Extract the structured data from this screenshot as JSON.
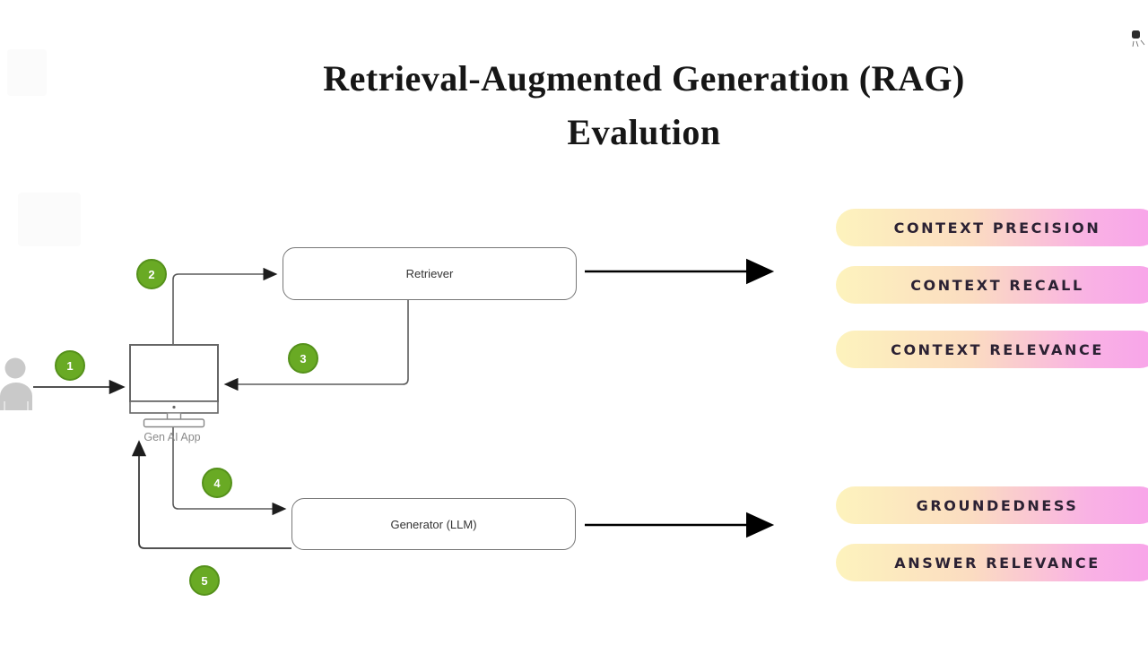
{
  "title": {
    "line1": "Retrieval-Augmented Generation (RAG)",
    "line2": "Evalution"
  },
  "nodes": {
    "app_label": "Gen AI App",
    "retriever_label": "Retriever",
    "generator_label": "Generator (LLM)"
  },
  "flow": {
    "steps": [
      "1",
      "2",
      "3",
      "4",
      "5"
    ]
  },
  "metrics": {
    "retriever": [
      {
        "label": "CONTEXT PRECISION"
      },
      {
        "label": "CONTEXT RECALL"
      },
      {
        "label": "CONTEXT RELEVANCE"
      }
    ],
    "generator": [
      {
        "label": "GROUNDEDNESS"
      },
      {
        "label": "ANSWER RELEVANCE"
      }
    ]
  },
  "icons": {
    "user": "user-silhouette-icon",
    "app": "desktop-monitor-icon",
    "retriever_store": "database-cylinder-icon"
  },
  "colors": {
    "step_badge_green": "#69aa24",
    "step_badge_border": "#55911b",
    "pill_gradient_left": "#fdf3bd",
    "pill_gradient_mid": "#fbdcc1",
    "pill_gradient_right": "#f8a3ea",
    "pill_text": "#2b2133",
    "diagram_stroke": "#5b5b5b",
    "arrow_black": "#111111"
  }
}
